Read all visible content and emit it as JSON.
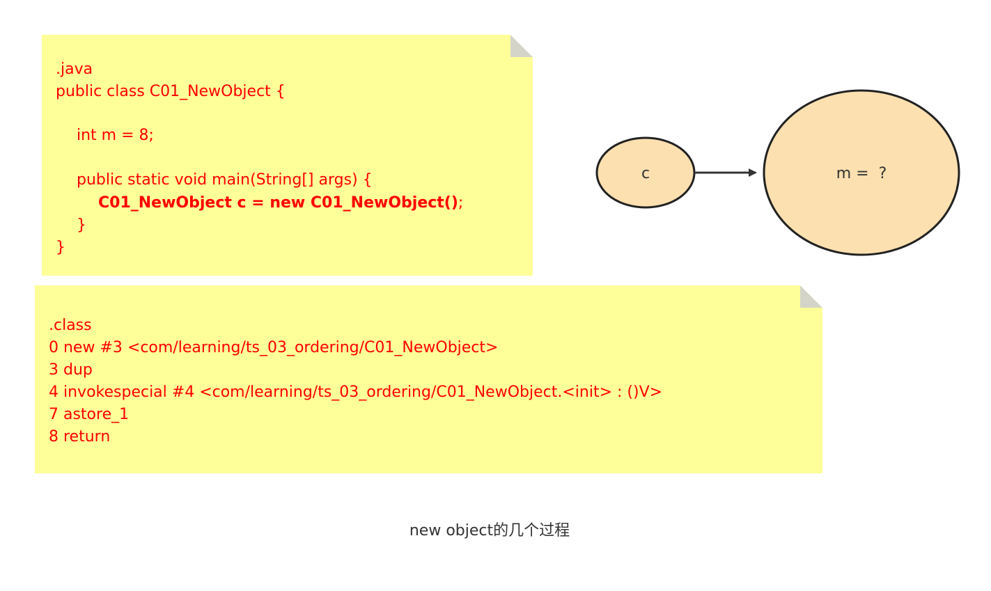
{
  "java_note": {
    "lines": [
      ".java",
      "public class C01_NewObject {",
      "",
      "int m = 8;",
      "",
      "public static void main(String[] args) {",
      "C01_NewObject c = new C01_NewObject()",
      ";",
      "}",
      "}"
    ]
  },
  "class_note": {
    "lines": [
      ".class",
      "0 new #3 <com/learning/ts_03_ordering/C01_NewObject>",
      "3 dup",
      "4 invokespecial #4 <com/learning/ts_03_ordering/C01_NewObject.<init> : ()V>",
      "7 astore_1",
      "8 return"
    ]
  },
  "diagram": {
    "ref_label": "c",
    "object_label": "m =  ?",
    "node_fill": "#fce0b0",
    "node_stroke": "#222222",
    "arrow_color": "#333333"
  },
  "colors": {
    "note_bg": "#ffff99",
    "code_text": "#ff0000"
  },
  "caption": "new object的几个过程"
}
